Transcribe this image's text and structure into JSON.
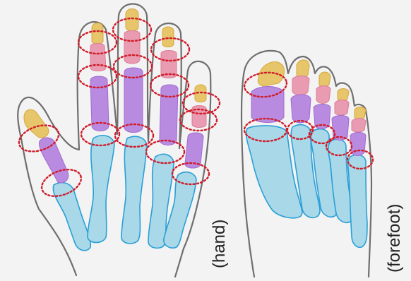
{
  "labels": {
    "hand": "(hand)",
    "forefoot": "(forefoot)"
  },
  "colors": {
    "background": "#f3f3f3",
    "outline": "#6f6f6f",
    "metacarpal_metatarsal": "#a9d8e8",
    "metacarpal_metatarsal_stroke": "#2a9fd6",
    "proximal_phalanx": "#b98be0",
    "middle_phalanx": "#e99bb1",
    "distal_phalanx": "#e7c56a",
    "joint_marker": "#d01c2a"
  },
  "icons": {
    "joint_marker": "dotted-red-ellipse"
  }
}
